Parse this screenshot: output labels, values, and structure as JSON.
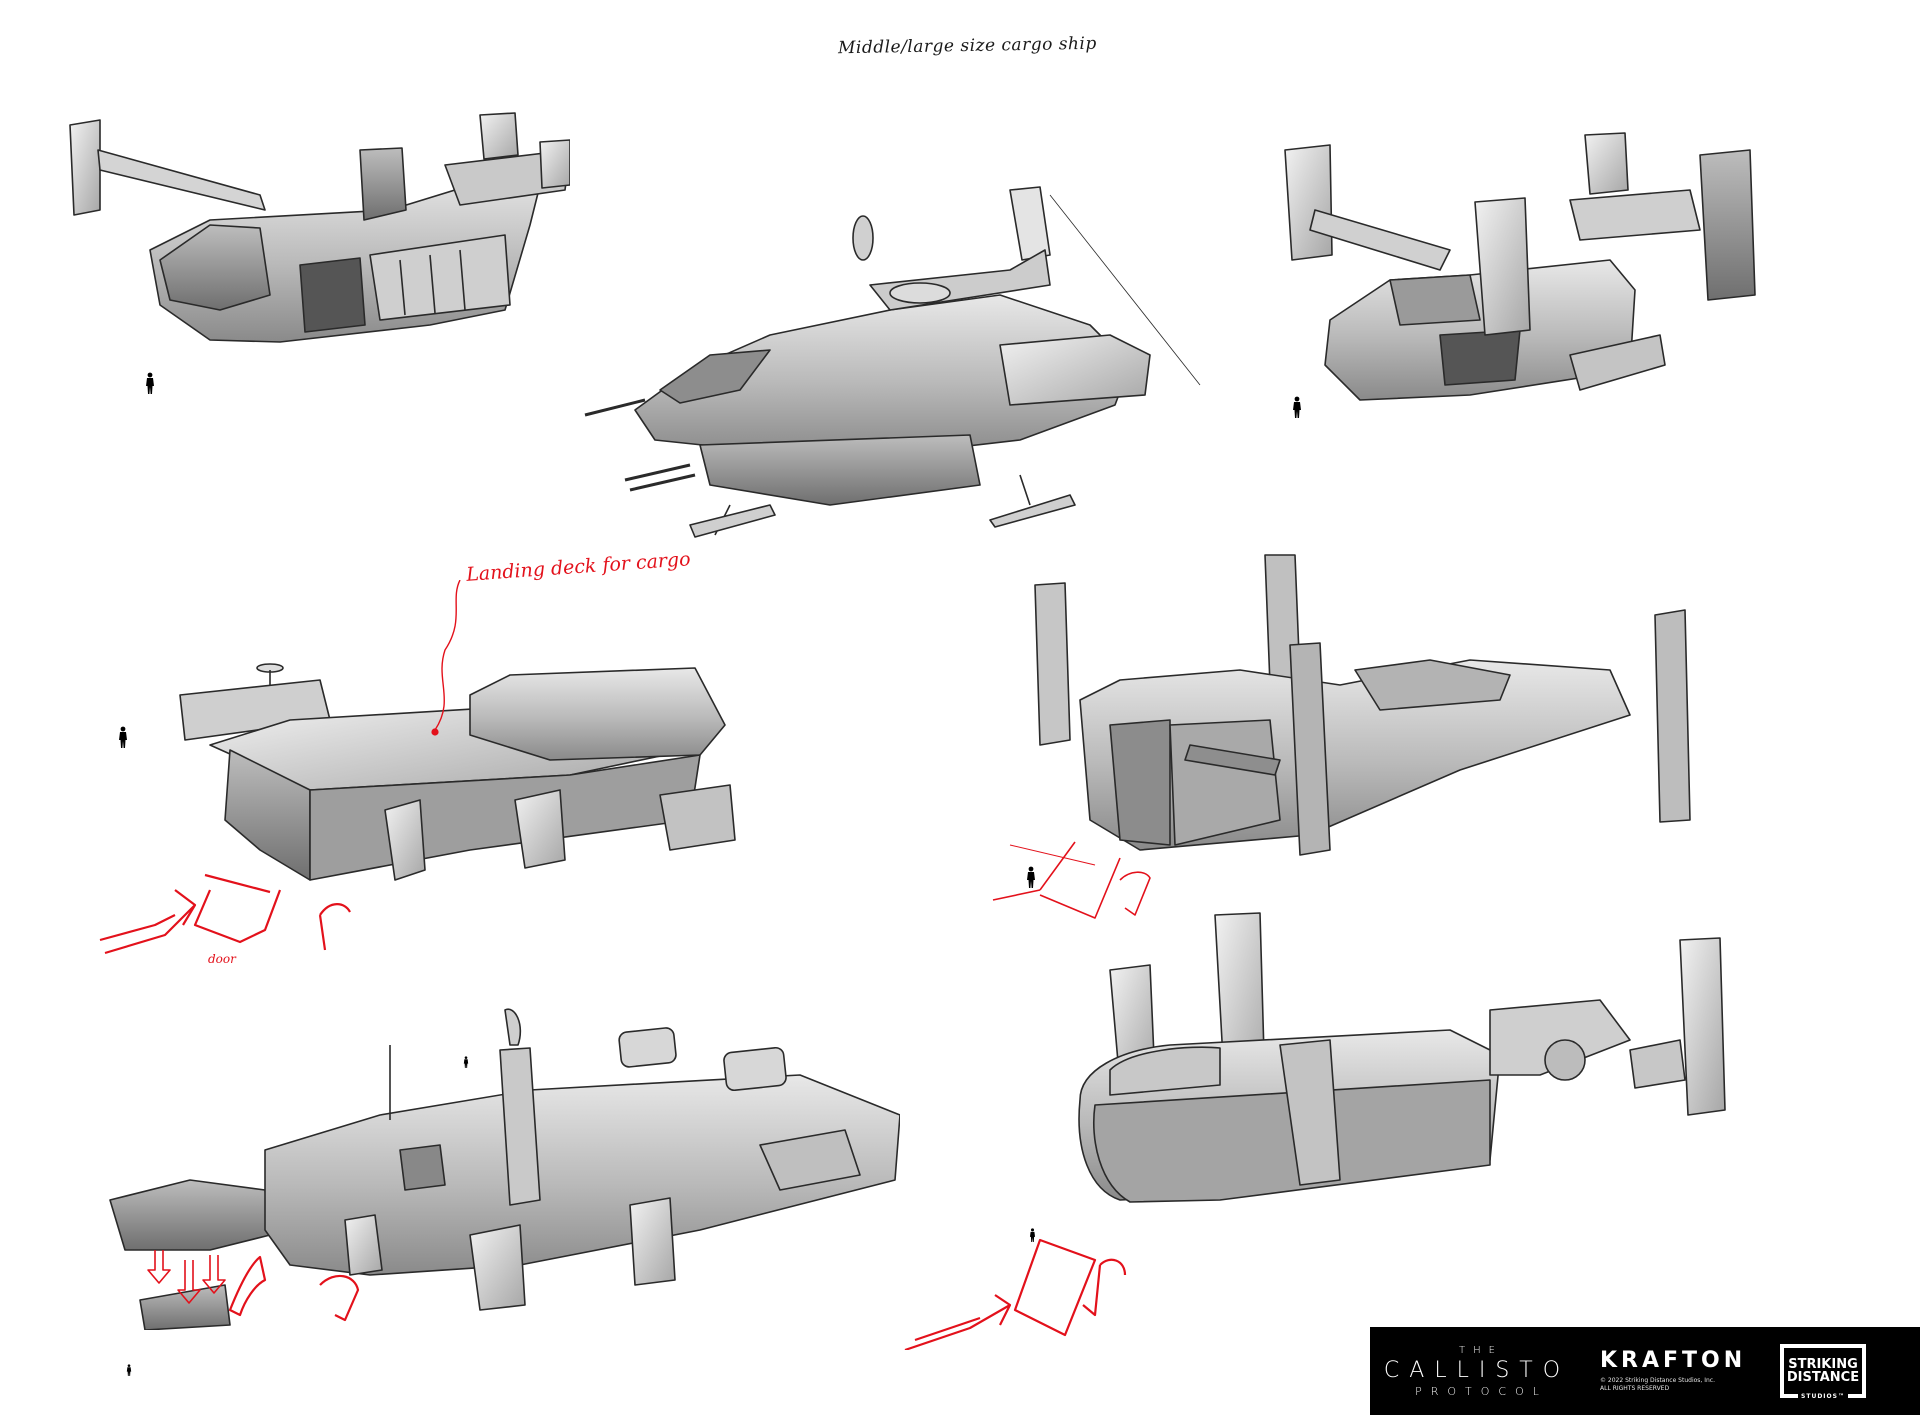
{
  "sheet": {
    "title": "Middle/large size cargo ship",
    "background": "#ffffff",
    "ink_color": "#1a1a1a",
    "annotation_color": "#e3111b"
  },
  "annotations": {
    "landing_deck": "Landing deck for cargo",
    "door": "door"
  },
  "sketches": [
    {
      "id": "tiltrotor-a",
      "description": "Tilt-rotor cargo VTOL, side-three-quarter view",
      "row": 1,
      "col": 1
    },
    {
      "id": "gunship-b",
      "description": "Armed cargo ship with skid landing gear and dish antenna",
      "row": 1,
      "col": 2
    },
    {
      "id": "tiltrotor-c",
      "description": "Tilt-rotor cargo VTOL with open side bay",
      "row": 1,
      "col": 3
    },
    {
      "id": "deck-carrier-d",
      "description": "Flat-top cargo carrier with landing deck and rear door",
      "row": 2,
      "col": 1
    },
    {
      "id": "quad-fin-e",
      "description": "Four-nacelle cargo hauler with rear ramp door",
      "row": 2,
      "col": 2
    },
    {
      "id": "freighter-f",
      "description": "Long freighter with tower, turrets, drop claws and cargo crate",
      "row": 3,
      "col": 1
    },
    {
      "id": "pod-hauler-g",
      "description": "Pod-style cargo hauler with rotating nacelles and rear ramp",
      "row": 3,
      "col": 2
    }
  ],
  "footer": {
    "game_logo": {
      "line1": "THE",
      "line2": "CALLISTO",
      "line3": "PROTOCOL"
    },
    "publisher": {
      "name": "KRAFTON",
      "copyright": "© 2022 Striking Distance Studios, Inc.",
      "rights": "ALL RIGHTS RESERVED"
    },
    "studio": {
      "line1": "STRIKING",
      "line2": "DISTANCE",
      "line3": "STUDIOS™"
    }
  }
}
